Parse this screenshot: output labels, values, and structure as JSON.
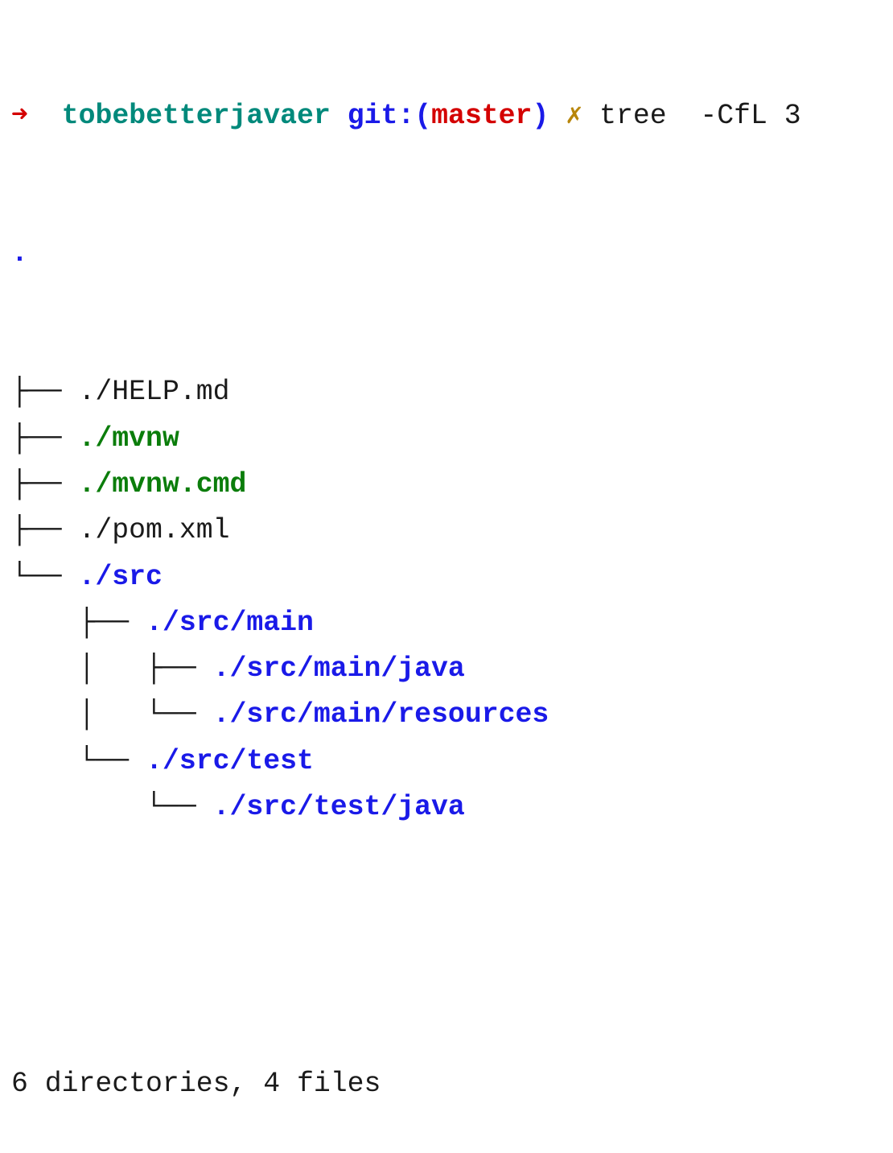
{
  "prompt": {
    "arrow": "➜",
    "directory": "tobebetterjavaer",
    "git_prefix": "git:(",
    "branch": "master",
    "git_suffix": ")",
    "dirty_mark": "✗",
    "command": "tree  -CfL 3"
  },
  "root": ".",
  "entries": [
    {
      "prefix": "├── ",
      "name": "./HELP.md",
      "type": "file"
    },
    {
      "prefix": "├── ",
      "name": "./mvnw",
      "type": "executable"
    },
    {
      "prefix": "├── ",
      "name": "./mvnw.cmd",
      "type": "executable"
    },
    {
      "prefix": "├── ",
      "name": "./pom.xml",
      "type": "file"
    },
    {
      "prefix": "└── ",
      "name": "./src",
      "type": "directory"
    },
    {
      "prefix": "    ├── ",
      "name": "./src/main",
      "type": "directory"
    },
    {
      "prefix": "    │   ├── ",
      "name": "./src/main/java",
      "type": "directory"
    },
    {
      "prefix": "    │   └── ",
      "name": "./src/main/resources",
      "type": "directory"
    },
    {
      "prefix": "    └── ",
      "name": "./src/test",
      "type": "directory"
    },
    {
      "prefix": "        └── ",
      "name": "./src/test/java",
      "type": "directory"
    }
  ],
  "summary": "6 directories, 4 files",
  "colors": {
    "directory": "#1a1ae8",
    "executable": "#0b7d0b",
    "file": "#1a1a1a"
  }
}
